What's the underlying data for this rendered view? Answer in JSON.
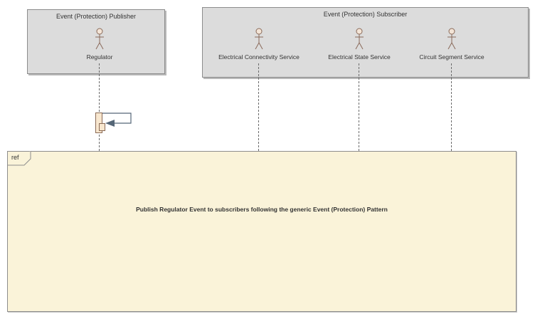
{
  "publisher": {
    "title": "Event (Protection) Publisher",
    "actors": [
      {
        "label": "Regulator"
      }
    ]
  },
  "subscriber": {
    "title": "Event (Protection) Subscriber",
    "actors": [
      {
        "label": "Electrical Connectivity Service"
      },
      {
        "label": "Electrical State Service"
      },
      {
        "label": "Circuit Segment Service"
      }
    ]
  },
  "ref_fragment": {
    "tag": "ref",
    "text": "Publish Regulator Event to subscribers following the generic Event (Protection) Pattern"
  },
  "colors": {
    "pool_fill": "#dcdcdc",
    "ref_fill": "#faf3d9",
    "activation_fill": "#f8e7cf",
    "actor_stroke": "#8a6a5a",
    "arrow": "#556677"
  }
}
